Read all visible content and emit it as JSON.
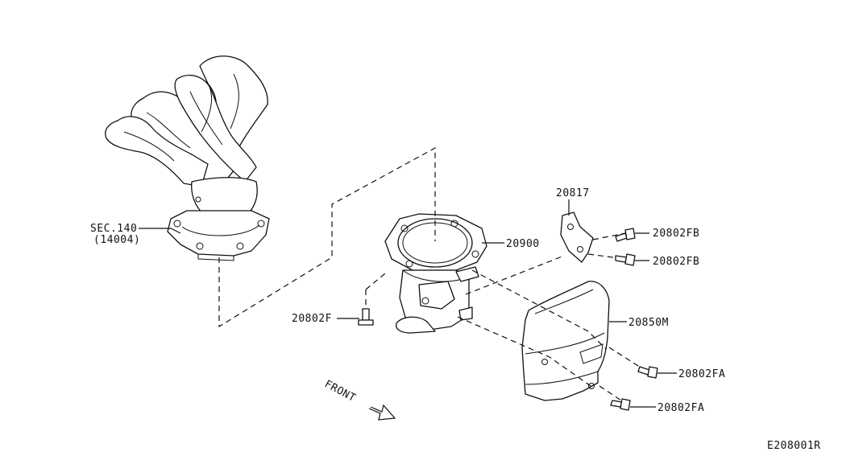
{
  "diagram_id": "E208001R",
  "front_label": "FRONT",
  "parts": [
    {
      "name": "manifold-section",
      "line1": "SEC.140",
      "line2": "(14004)"
    },
    {
      "name": "catalytic-converter",
      "code": "20900"
    },
    {
      "name": "bracket",
      "code": "20817"
    },
    {
      "name": "heat-insulator",
      "code": "20850M"
    },
    {
      "name": "bolt-f",
      "code": "20802F"
    },
    {
      "name": "bolt-fb-1",
      "code": "20802FB"
    },
    {
      "name": "bolt-fb-2",
      "code": "20802FB"
    },
    {
      "name": "bolt-fa-1",
      "code": "20802FA"
    },
    {
      "name": "bolt-fa-2",
      "code": "20802FA"
    }
  ]
}
